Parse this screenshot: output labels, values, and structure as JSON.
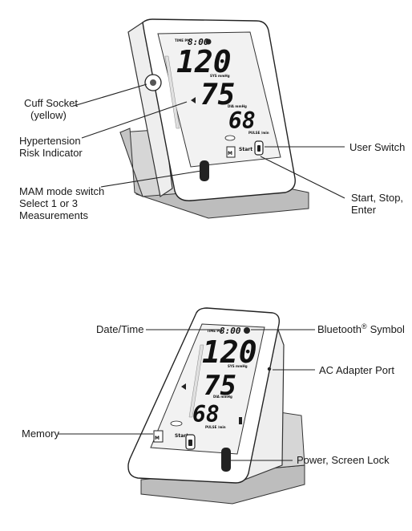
{
  "top_view": {
    "labels": {
      "cuff_socket": [
        "Cuff Socket",
        "(yellow)"
      ],
      "hypertension": [
        "Hypertension",
        "Risk Indicator"
      ],
      "mam_switch": [
        "MAM mode switch",
        "Select 1 or 3",
        "Measurements"
      ],
      "user_switch": "User Switch",
      "start_stop": [
        "Start, Stop,",
        "Enter"
      ]
    },
    "display": {
      "sys": "120",
      "dia": "75",
      "pulse": "68",
      "time": "8:00",
      "time_tag": "TIME PM",
      "sys_unit": "SYS mmHg",
      "dia_unit": "DIA mmHg",
      "pulse_unit": "PULSE /min",
      "start": "Start"
    }
  },
  "bottom_view": {
    "labels": {
      "date_time": "Date/Time",
      "bluetooth": "Bluetooth",
      "bluetooth_mark": "®",
      "bluetooth_suffix": "Symbol",
      "ac_adapter": "AC Adapter Port",
      "memory": "Memory",
      "power": "Power, Screen Lock"
    },
    "display": {
      "sys": "120",
      "dia": "75",
      "pulse": "68",
      "time": "8:00",
      "time_tag": "TIME PM",
      "sys_unit": "SYS mmHg",
      "dia_unit": "DIA mmHg",
      "pulse_unit": "PULSE /min",
      "start": "Start"
    }
  }
}
